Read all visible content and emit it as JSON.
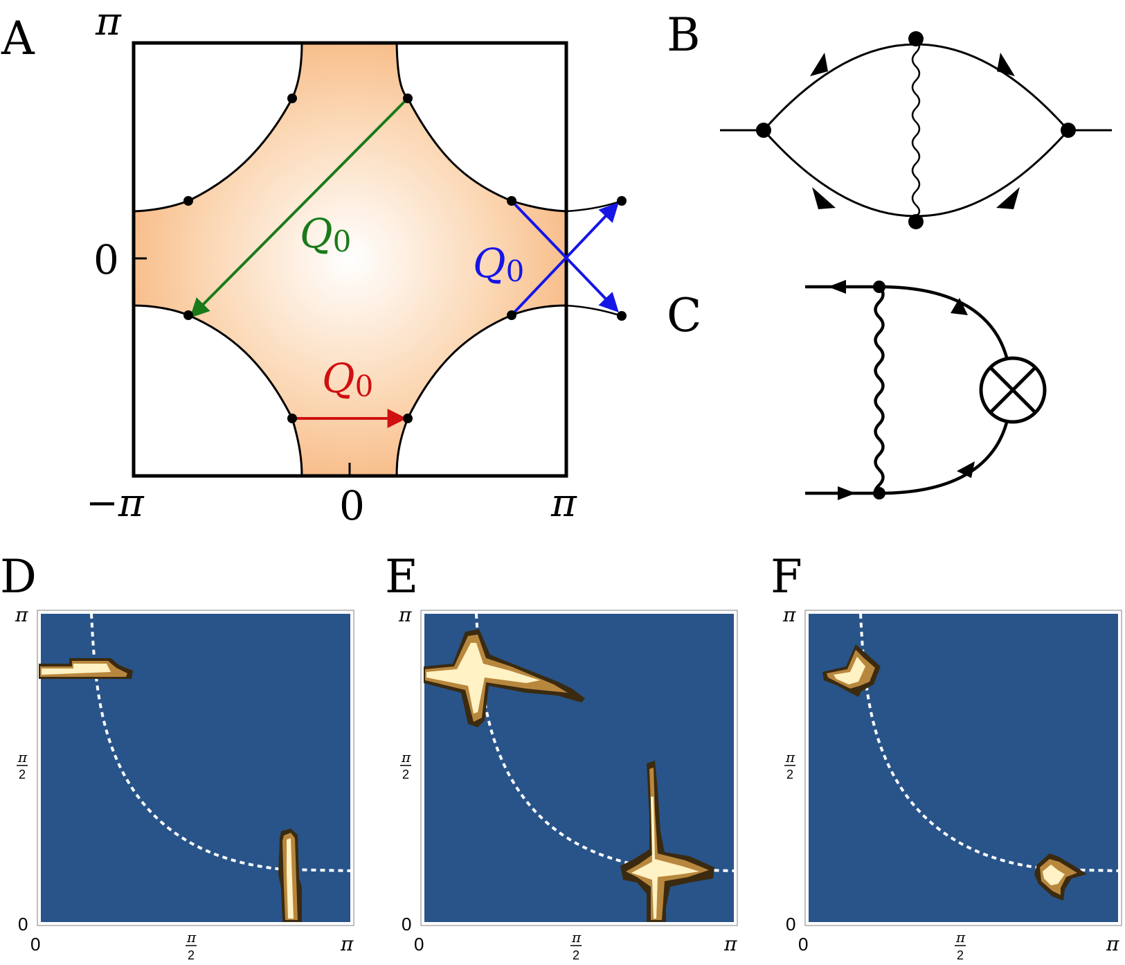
{
  "panels": {
    "A": {
      "letter": "A",
      "ticks": {
        "y_top": "π",
        "y_mid": "0",
        "x_left": "−π",
        "x_mid": "0",
        "x_right": "π"
      },
      "vectors": [
        {
          "id": "green",
          "label": "Q",
          "sub": "0",
          "color": "#1a7a1a"
        },
        {
          "id": "blue",
          "label": "Q",
          "sub": "0",
          "color": "#1515e6"
        },
        {
          "id": "red",
          "label": "Q",
          "sub": "0",
          "color": "#d01010"
        }
      ],
      "fill_color": "#f7b47a"
    },
    "B": {
      "letter": "B"
    },
    "C": {
      "letter": "C"
    },
    "D": {
      "letter": "D",
      "y_top": "π",
      "y_mid_num": "π",
      "y_mid_den": "2",
      "y_bottom": "0",
      "x_left": "0",
      "x_mid_num": "π",
      "x_mid_den": "2",
      "x_right": "π"
    },
    "E": {
      "letter": "E",
      "y_top": "π",
      "y_mid_num": "π",
      "y_mid_den": "2",
      "y_bottom": "0",
      "x_left": "0",
      "x_mid_num": "π",
      "x_mid_den": "2",
      "x_right": "π"
    },
    "F": {
      "letter": "F",
      "y_top": "π",
      "y_mid_num": "π",
      "y_mid_den": "2",
      "y_bottom": "0",
      "x_left": "0",
      "x_mid_num": "π",
      "x_mid_den": "2",
      "x_right": "π"
    }
  },
  "colors": {
    "heatmap_bg": "#28548a",
    "hot_outer": "#3a2a10",
    "hot_mid": "#b8873e",
    "hot_inner": "#fff2c4"
  }
}
